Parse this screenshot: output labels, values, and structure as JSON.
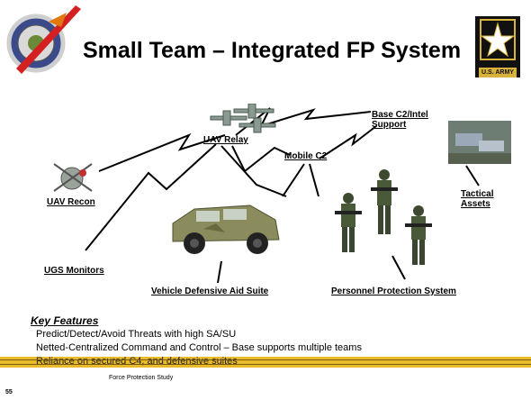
{
  "title": "Small Team – Integrated FP System",
  "logos": {
    "left": "shield-seal-icon",
    "right": "us-army-star-logo",
    "right_caption": "U.S. ARMY"
  },
  "nodes": {
    "uav_relay": "UAV Relay",
    "base_c2": "Base C2/Intel",
    "base_c2_line2": "Support",
    "mobile_c2": "Mobile C2",
    "uav_recon": "UAV Recon",
    "tactical": "Tactical",
    "tactical_line2": "Assets",
    "ugs": "UGS Monitors",
    "vehicle": "Vehicle Defensive Aid Suite",
    "personnel": "Personnel Protection System"
  },
  "features": {
    "heading": "Key Features",
    "items": [
      "Predict/Detect/Avoid Threats with high SA/SU",
      "Netted-Centralized Command and Control – Base supports multiple teams",
      "Reliance on secured C4, and defensive suites"
    ]
  },
  "footer": {
    "source": "Force Protection Study",
    "page": "55"
  },
  "colors": {
    "accent_gold": "#e9bb2a",
    "link": "#000000",
    "army_black": "#111111"
  }
}
